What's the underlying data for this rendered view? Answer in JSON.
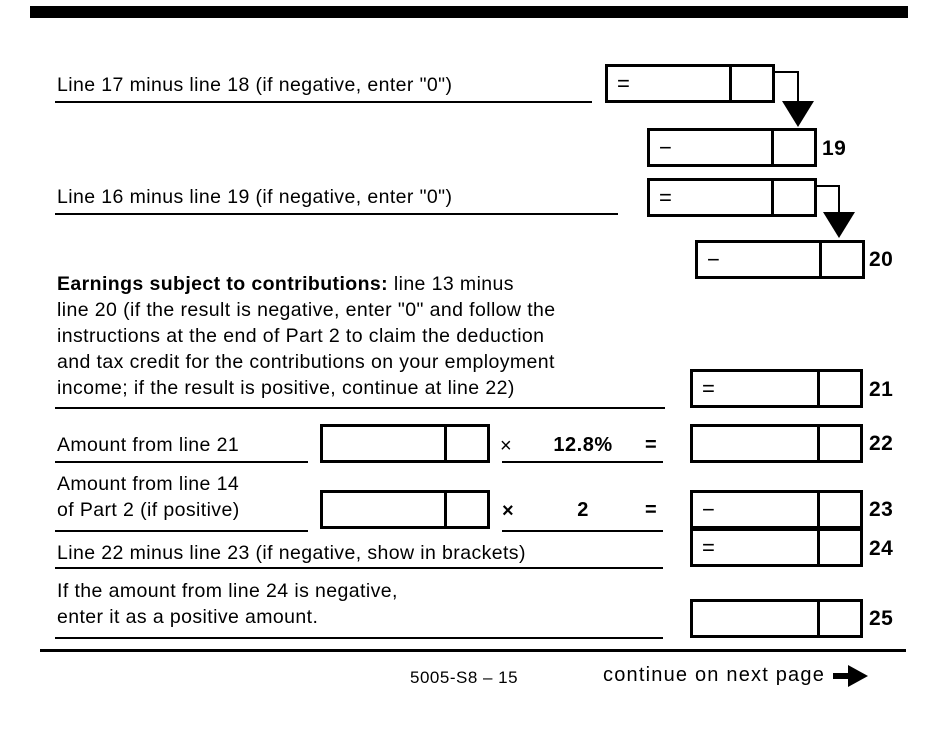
{
  "rows": {
    "r17": {
      "label": "Line 17 minus line 18 (if negative, enter \"0\")",
      "symbol": "="
    },
    "r19": {
      "symbol": "−",
      "number": "19"
    },
    "r16": {
      "label": "Line 16 minus line 19 (if negative, enter \"0\")",
      "symbol": "="
    },
    "r20": {
      "symbol": "−",
      "number": "20"
    },
    "r21": {
      "lead_bold": "Earnings subject to contributions:",
      "line1_rest": " line 13 minus",
      "lines": [
        "line 20 (if the result is negative, enter \"0\" and follow the",
        "instructions at the end of Part 2 to claim the deduction",
        "and tax credit for the contributions on your employment",
        "income; if the result is positive, continue at line 22)"
      ],
      "symbol": "=",
      "number": "21"
    },
    "r22": {
      "label": "Amount from line 21",
      "multiply": "×",
      "rate": "12.8%",
      "equals": "=",
      "number": "22"
    },
    "r23": {
      "label_lines": [
        "Amount from line 14",
        "of Part 2 (if positive)"
      ],
      "multiply": "×",
      "rate": "2",
      "equals": "=",
      "symbol": "−",
      "number": "23"
    },
    "r24": {
      "label": "Line 22 minus line 23 (if negative, show in brackets)",
      "symbol": "=",
      "number": "24"
    },
    "r25": {
      "label_lines": [
        "If the amount from line 24 is negative,",
        "enter it as a positive amount."
      ],
      "number": "25"
    }
  },
  "footer": {
    "form_number": "5005-S8 – 15",
    "continue_label": "continue on next page",
    "arrow_icon": "right-arrow"
  },
  "colors": {
    "ink": "#000000",
    "paper": "#ffffff"
  }
}
